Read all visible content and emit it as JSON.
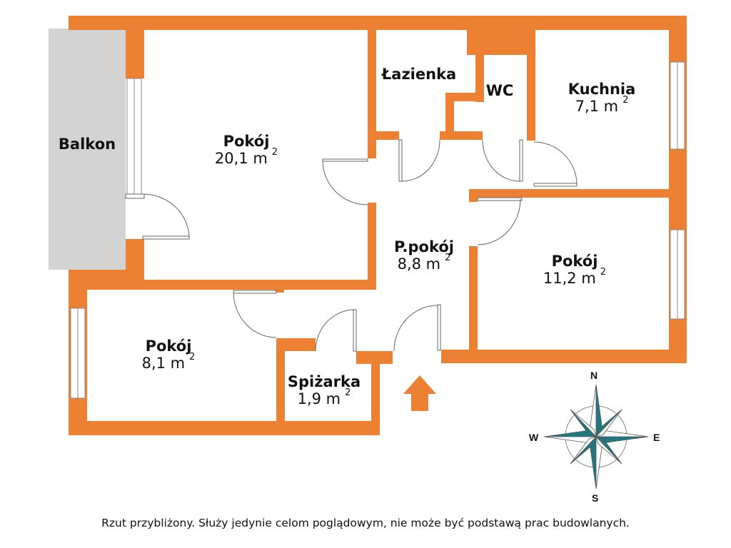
{
  "colors": {
    "wall": "#ED8133",
    "balcony": "#D3D3D3",
    "compass": "#1E7A80"
  },
  "rooms": {
    "balkon": {
      "name": "Balkon"
    },
    "pokoj_large": {
      "name": "Pokój",
      "area": "20,1 m",
      "unit_exp": "2"
    },
    "lazienka": {
      "name": "Łazienka"
    },
    "wc": {
      "name": "WC"
    },
    "kuchnia": {
      "name": "Kuchnia",
      "area": "7,1 m",
      "unit_exp": "2"
    },
    "przedpokoj": {
      "name": "P.pokój",
      "area": "8,8 m",
      "unit_exp": "2"
    },
    "pokoj_right": {
      "name": "Pokój",
      "area": "11,2 m",
      "unit_exp": "2"
    },
    "pokoj_small": {
      "name": "Pokój",
      "area": "8,1 m",
      "unit_exp": "2"
    },
    "spizarka": {
      "name": "Spiżarka",
      "area": "1,9 m",
      "unit_exp": "2"
    }
  },
  "compass": {
    "n": "N",
    "s": "S",
    "e": "E",
    "w": "W"
  },
  "entrance_arrow": "entrance-arrow-icon",
  "footer": {
    "disclaimer": "Rzut przybliżony. Służy jedynie celom poglądowym, nie może być podstawą prac budowlanych."
  }
}
